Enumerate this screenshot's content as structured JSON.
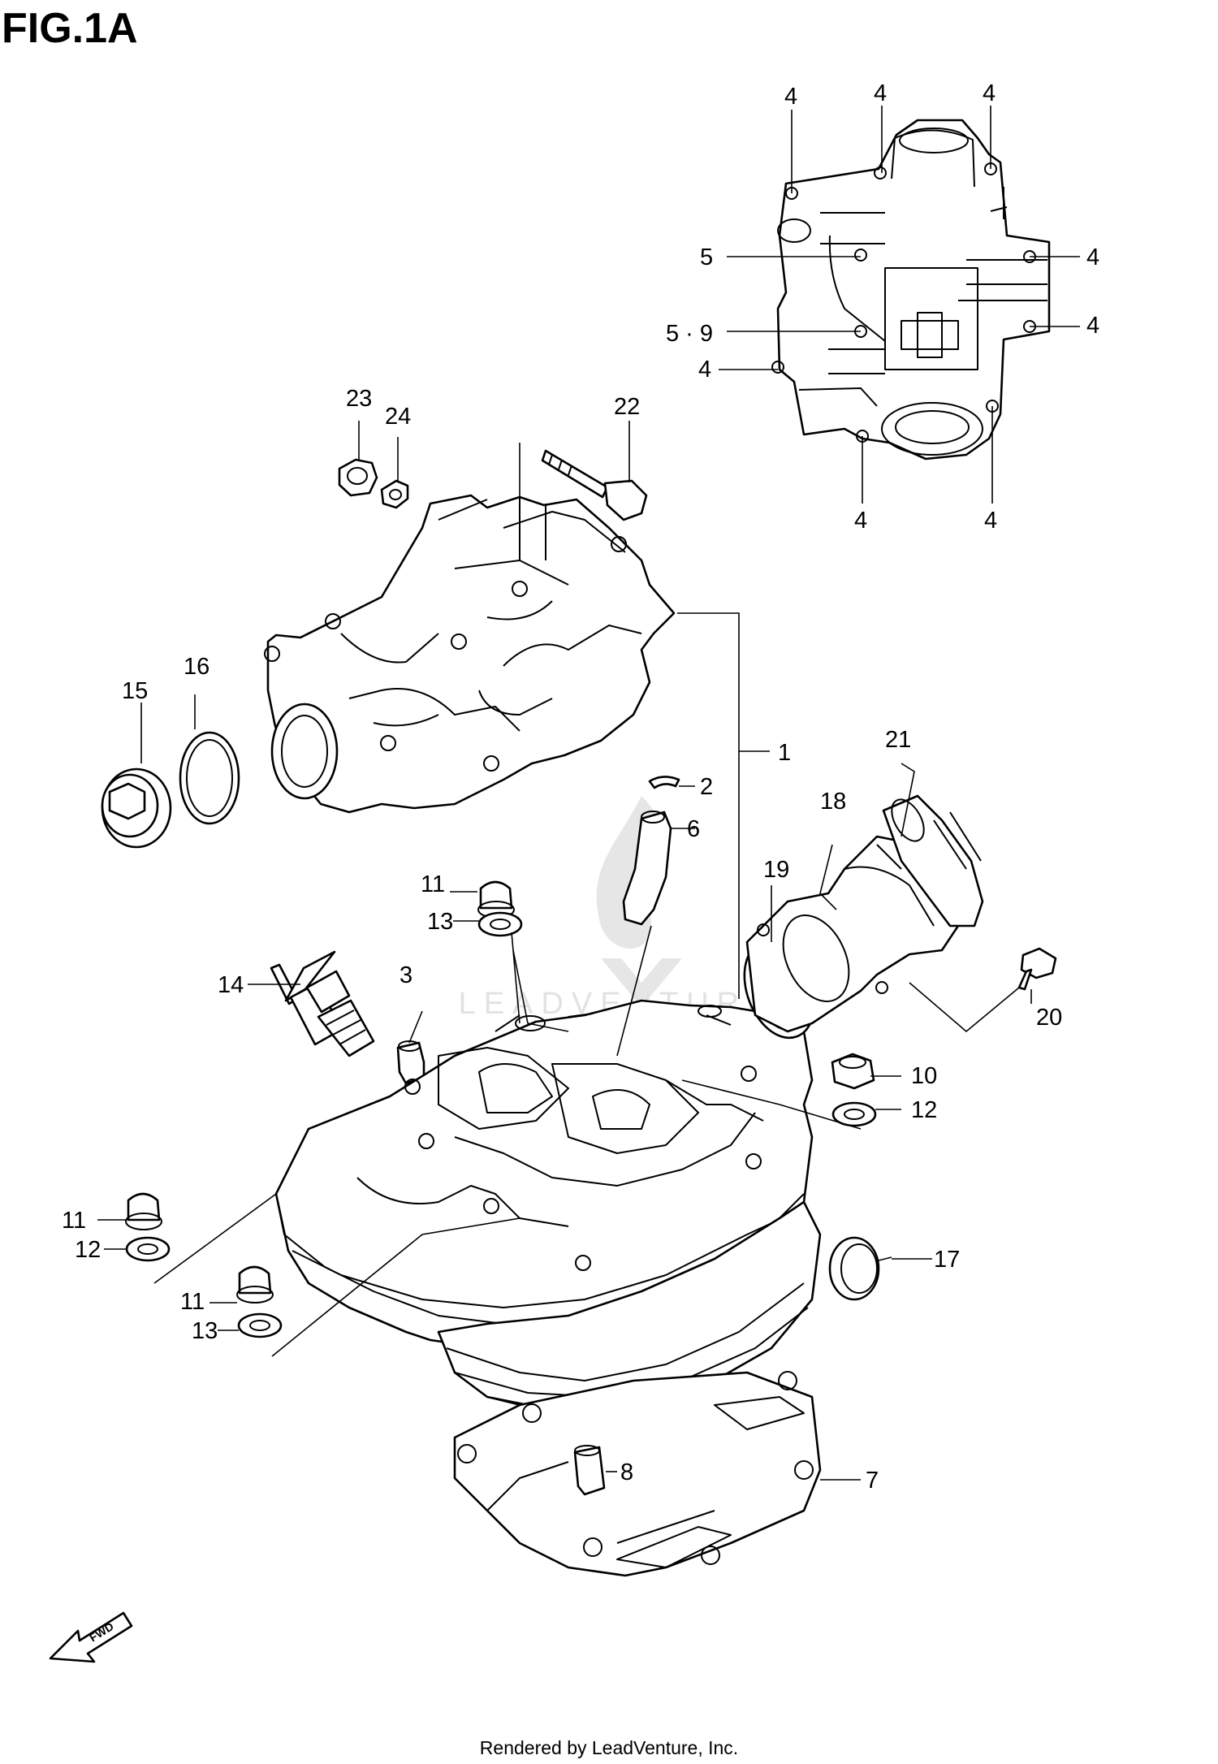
{
  "title": "FIG.1A",
  "footer": "Rendered by LeadVenture, Inc.",
  "watermark": "LEADVENTURE",
  "fwd_label": "FWD",
  "callouts": {
    "c1": "1",
    "c2": "2",
    "c3": "3",
    "c4a": "4",
    "c4b": "4",
    "c4c": "4",
    "c4d": "4",
    "c4e": "4",
    "c4f": "4",
    "c4g": "4",
    "c4h": "4",
    "c5": "5",
    "c59": "5 · 9",
    "c6": "6",
    "c7": "7",
    "c8": "8",
    "c10": "10",
    "c11a": "11",
    "c11b": "11",
    "c11c": "11",
    "c12a": "12",
    "c12b": "12",
    "c13a": "13",
    "c13b": "13",
    "c14": "14",
    "c15": "15",
    "c16": "16",
    "c17": "17",
    "c18": "18",
    "c19": "19",
    "c20": "20",
    "c21": "21",
    "c22": "22",
    "c23": "23",
    "c24": "24"
  }
}
